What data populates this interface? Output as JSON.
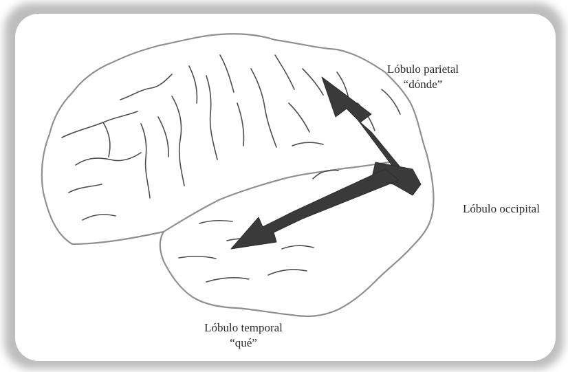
{
  "labels": {
    "parietal": {
      "name": "Lóbulo parietal",
      "role": "“dónde”"
    },
    "occipital": {
      "name": "Lóbulo occipital"
    },
    "temporal": {
      "name": "Lóbulo temporal",
      "role": "“qué”"
    }
  },
  "colors": {
    "frame_shadow": "#c9c9c9",
    "brain_outline": "#8c8c8c",
    "sulci": "#555555",
    "arrows": "#3a3a3a"
  }
}
